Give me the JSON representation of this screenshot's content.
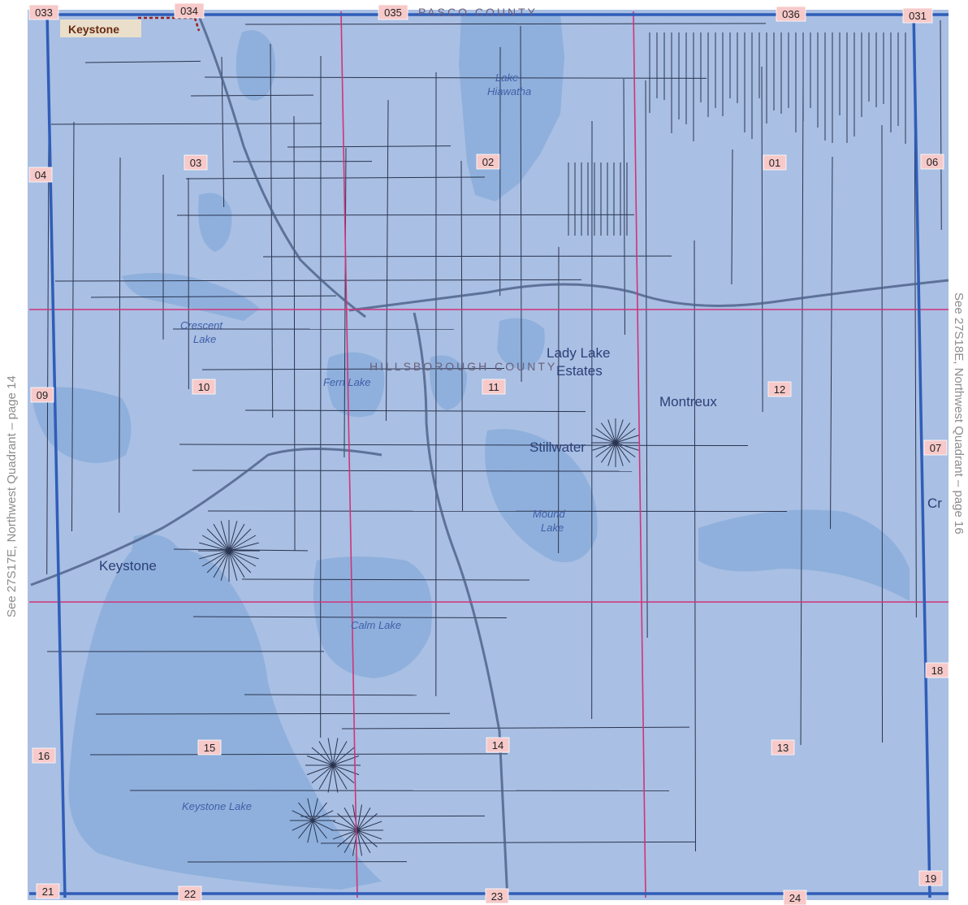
{
  "map": {
    "colors": {
      "land": "#a9bfe3",
      "water": "#8fb0dc",
      "parcel_line": "#2a3550",
      "section_line": "#d0347a",
      "township_line": "#2f5db8",
      "section_label_bg": "#f7c9c9",
      "side_text": "#8d8d8d"
    },
    "keystone_tag": "Keystone",
    "county_top": "PASCO COUNTY",
    "county_center": "HILLSBOROUGH COUNTY",
    "side_left": "See 27S17E, Northwest Quadrant – page 14",
    "side_right": "See 27S18E, Northwest Quadrant – page 16",
    "sections": {
      "s033": "033",
      "s034": "034",
      "s035": "035",
      "s036": "036",
      "s031": "031",
      "s03": "03",
      "s02": "02",
      "s01": "01",
      "s04": "04",
      "s06": "06",
      "s10": "10",
      "s11": "11",
      "s12": "12",
      "s09": "09",
      "s07": "07",
      "s15": "15",
      "s14": "14",
      "s13": "13",
      "s16": "16",
      "s18": "18",
      "s21": "21",
      "s22": "22",
      "s23": "23",
      "s24": "24",
      "s19": "19"
    },
    "water": {
      "lake_hiawatha_1": "Lake",
      "lake_hiawatha_2": "Hiawatha",
      "crescent_1": "Crescent",
      "crescent_2": "Lake",
      "fern_lake": "Fern Lake",
      "mound_1": "Mound",
      "mound_2": "Lake",
      "calm_lake": "Calm Lake",
      "keystone_lake": "Keystone Lake"
    },
    "places": {
      "lady_lake_1": "Lady Lake",
      "lady_lake_2": "Estates",
      "montreux": "Montreux",
      "stillwater": "Stillwater",
      "keystone": "Keystone"
    },
    "edge_fragments": {
      "right_cut": "Cr"
    }
  }
}
